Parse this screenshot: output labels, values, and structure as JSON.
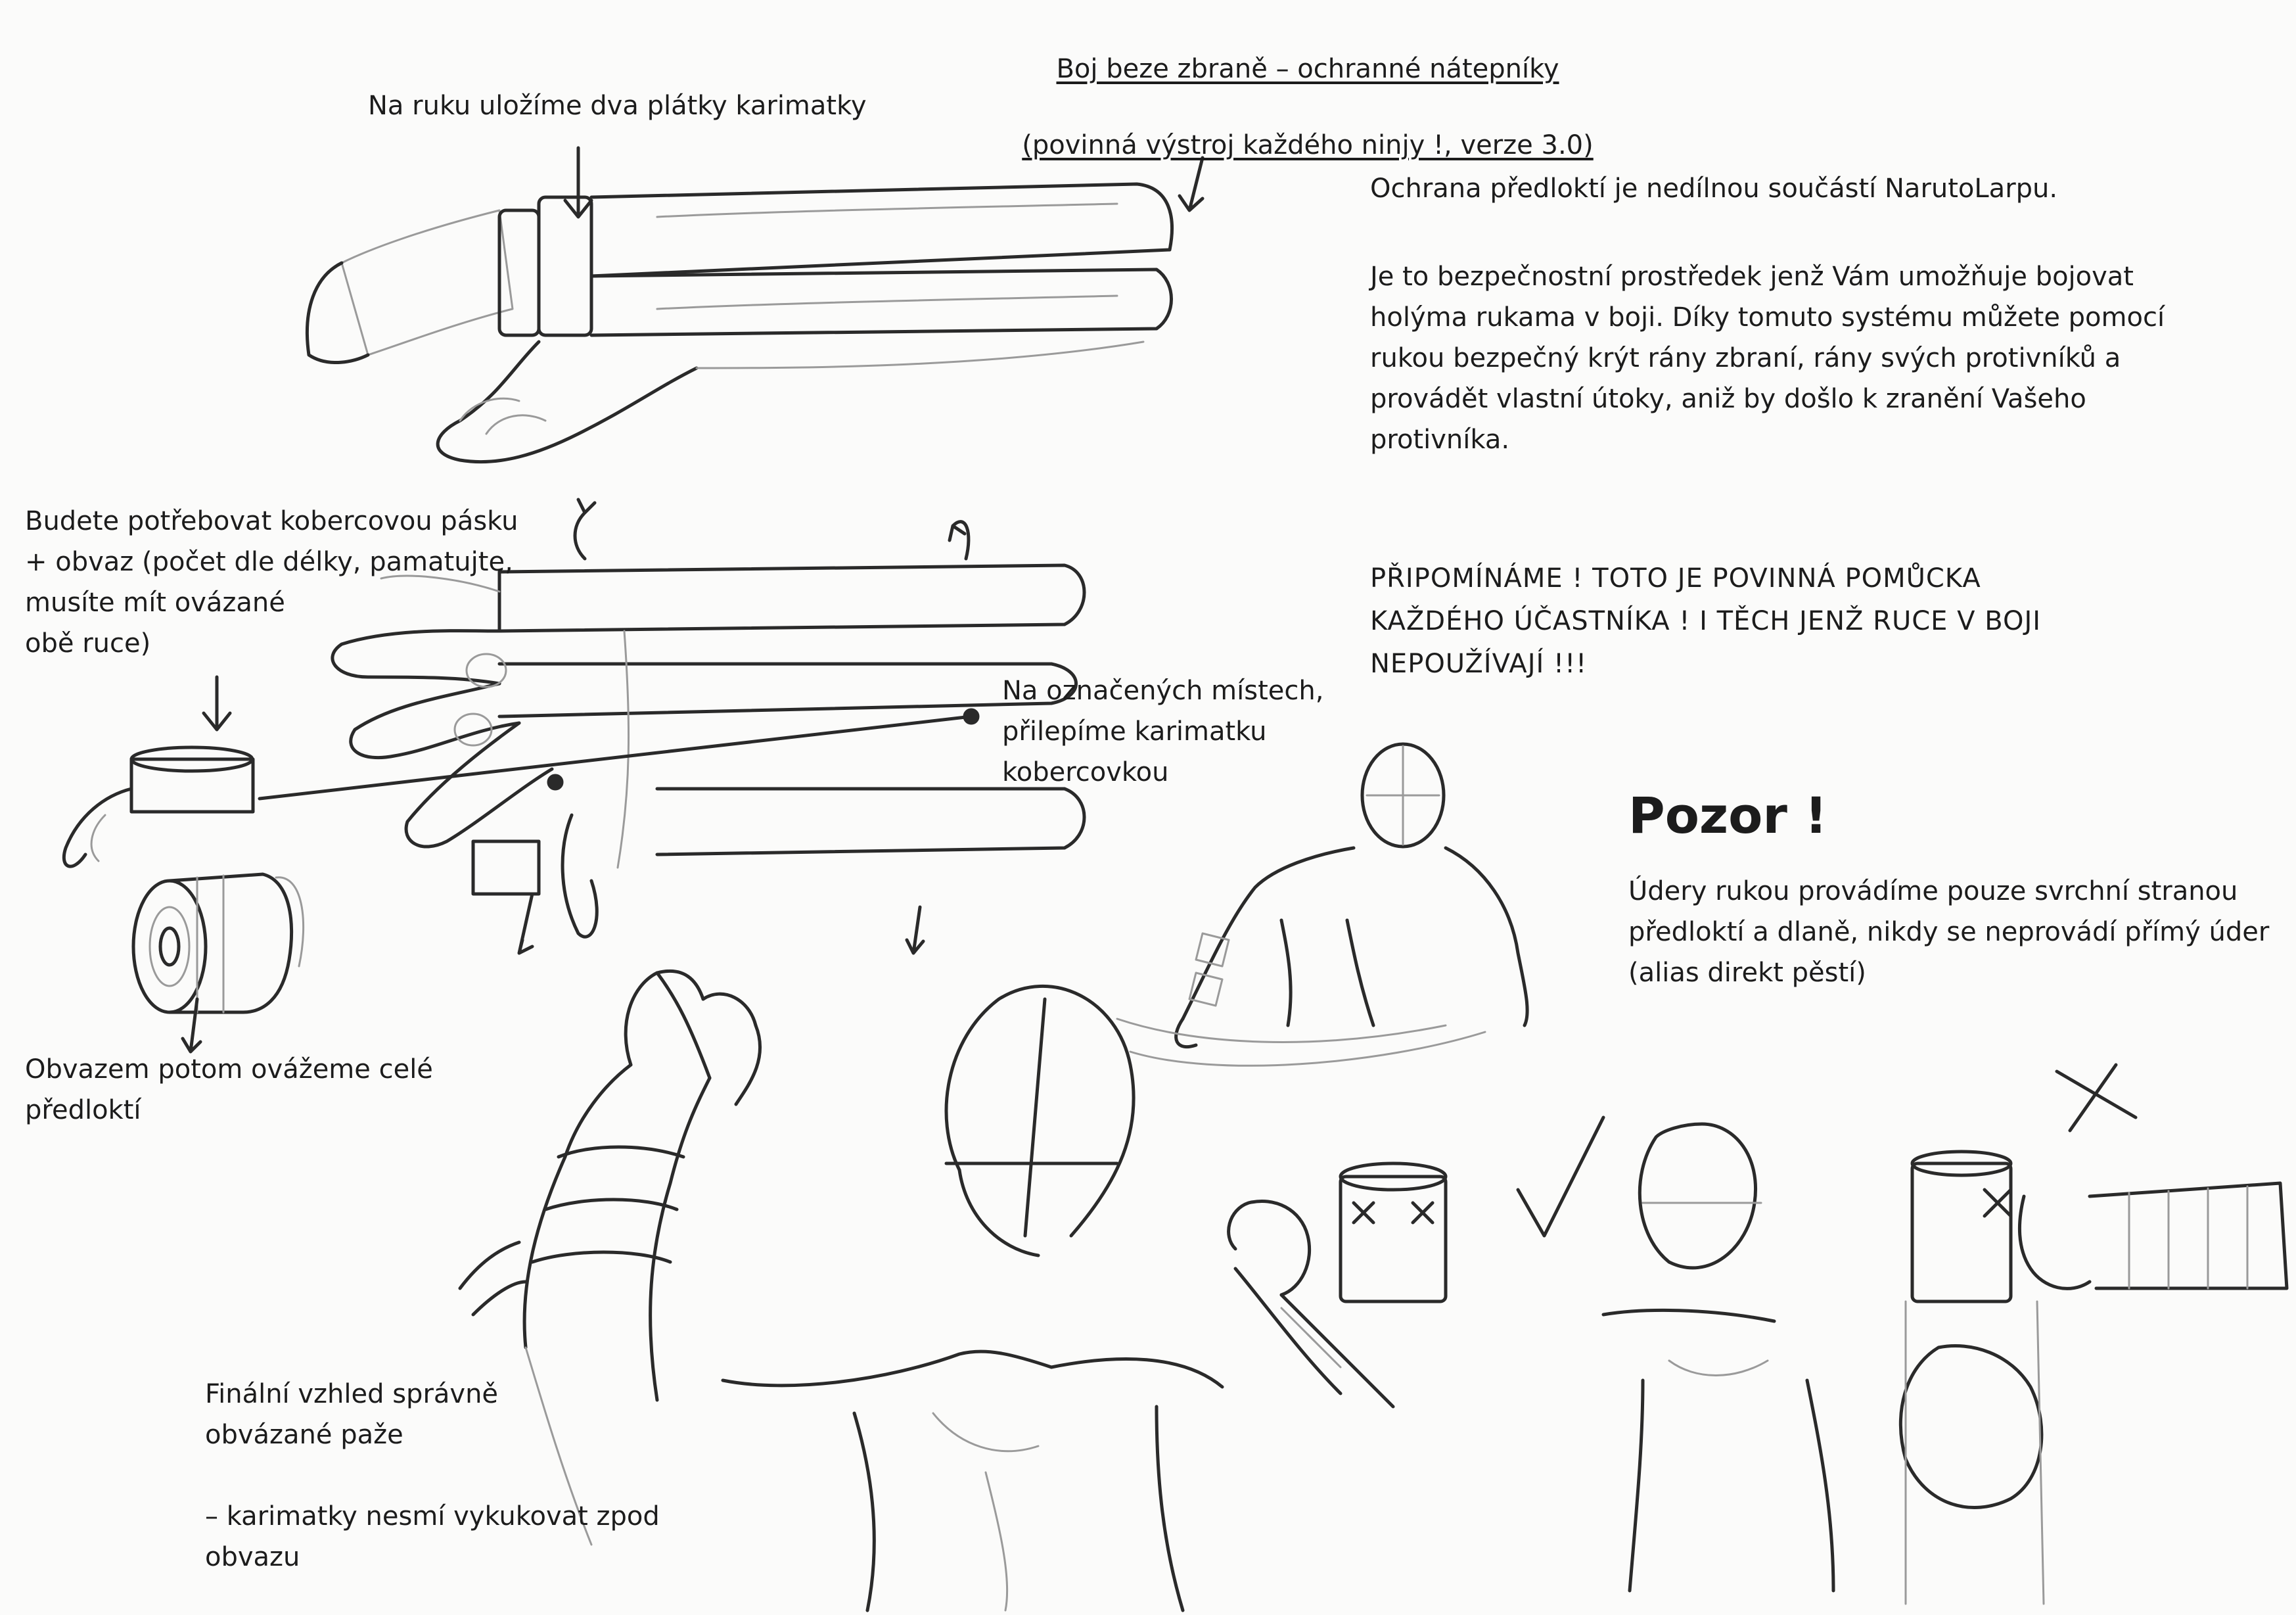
{
  "header": {
    "title_line1": "Boj beze zbraně – ochranné nátepníky",
    "title_line2": "(povinná výstroj každého ninjy !, verze 3.0)"
  },
  "steps": {
    "step1": "Na ruku uložíme dva plátky karimatky",
    "step2": "Budete potřebovat kobercovou pásku\n+ obvaz (počet dle délky, pamatujte,\nmusíte mít ovázané\nobě ruce)",
    "step3": "Na označených místech,\npřilepíme karimatku\nkobercovkou",
    "step4": "Obvazem potom ovážeme celé\npředloktí",
    "final": "Finální vzhled správně\nobvázané paže\n\n– karimatky nesmí vykukovat zpod\nobvazu"
  },
  "info": {
    "p1": "Ochrana předloktí je nedílnou součástí NarutoLarpu.",
    "p2": "Je to bezpečnostní prostředek jenž Vám umožňuje bojovat\nholýma rukama v boji. Díky tomuto systému můžete pomocí\nrukou bezpečný krýt rány zbraní, rány svých protivníků a\nprovádět vlastní útoky, aniž by došlo k zranění Vašeho\nprotivníka.",
    "p3": "PŘIPOMÍNÁME ! TOTO JE POVINNÁ POMŮCKA\nKAŽDÉHO ÚČASTNÍKA ! I TĚCH JENŽ RUCE V BOJI\nNEPOUŽÍVAJÍ !!!"
  },
  "warning": {
    "heading": "Pozor !",
    "text": "Údery rukou provádíme pouze svrchní stranou\npředloktí a dlaně, nikdy se neprovádí přímý úder\n(alias direkt pěstí)"
  }
}
